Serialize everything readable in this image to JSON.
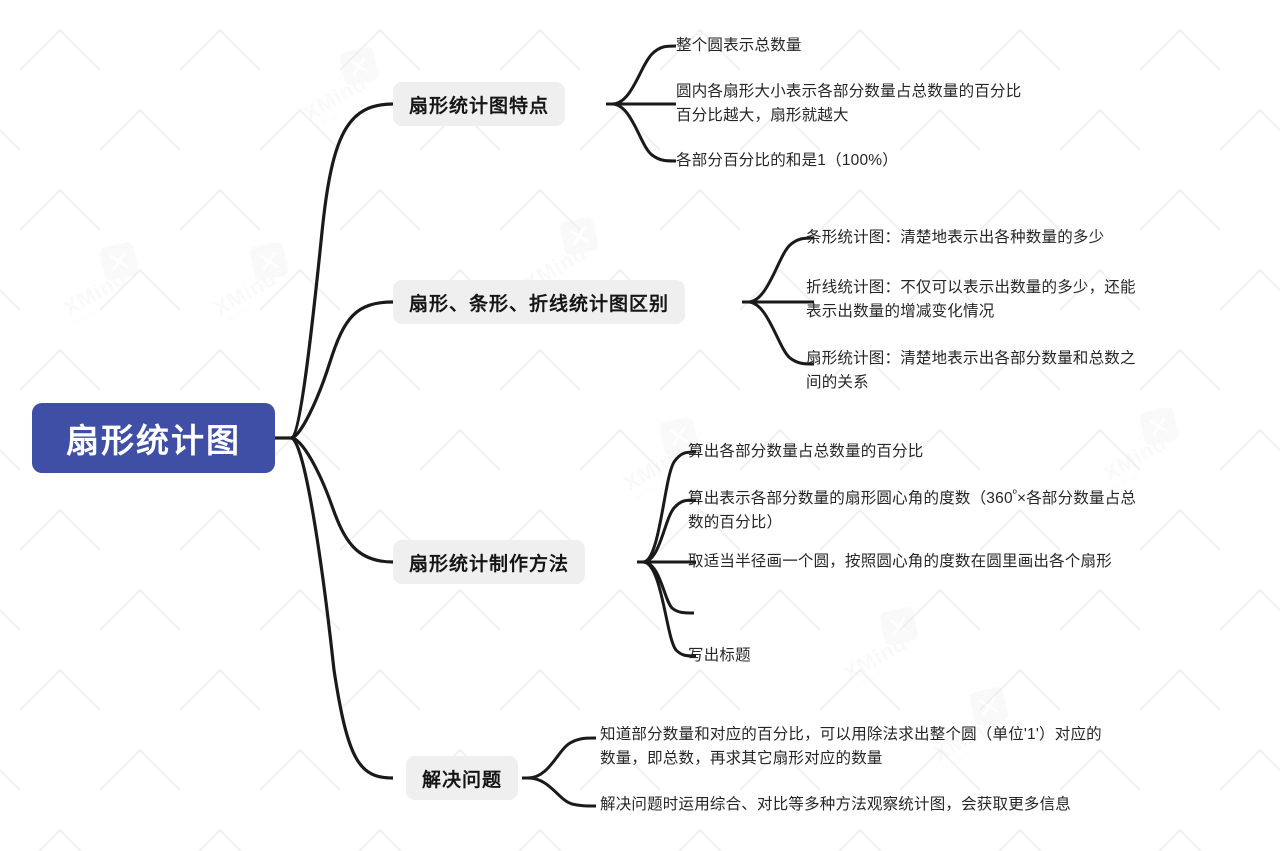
{
  "document": {
    "type": "mind-map",
    "watermark_text": "XMind",
    "watermark_subtext": "XMIND",
    "background_color": "#ffffff",
    "connector_color": "#1a1a1a"
  },
  "root": {
    "label": "扇形统计图",
    "background_color": "#3f4fa6",
    "text_color": "#ffffff"
  },
  "branches": [
    {
      "label": "扇形统计图特点",
      "background_color": "#efefef",
      "leaves": [
        {
          "text": "整个圆表示总数量"
        },
        {
          "text": "圆内各扇形大小表示各部分数量占总数量的百分比\n百分比越大，扇形就越大"
        },
        {
          "text": "各部分百分比的和是1（100%）"
        }
      ]
    },
    {
      "label": "扇形、条形、折线统计图区别",
      "background_color": "#efefef",
      "leaves": [
        {
          "text": "条形统计图：清楚地表示出各种数量的多少"
        },
        {
          "text": "折线统计图：不仅可以表示出数量的多少，还能\n表示出数量的增减变化情况"
        },
        {
          "text": "扇形统计图：清楚地表示出各部分数量和总数之\n间的关系"
        }
      ]
    },
    {
      "label": "扇形统计制作方法",
      "background_color": "#efefef",
      "leaves": [
        {
          "text": "算出各部分数量占总数量的百分比"
        },
        {
          "text_before_degree": "算出表示各部分数量的扇形圆心角的度数（360",
          "degree": "º",
          "text_after_degree": "×各部分数量占总\n数的百分比）"
        },
        {
          "text": "取适当半径画一个圆，按照圆心角的度数在圆里画出各个扇形"
        },
        {
          "text": ""
        },
        {
          "text": "写出标题"
        }
      ]
    },
    {
      "label": "解决问题",
      "background_color": "#efefef",
      "leaves": [
        {
          "text": "知道部分数量和对应的百分比，可以用除法求出整个圆（单位'1'）对应的\n数量，即总数，再求其它扇形对应的数量"
        },
        {
          "text": "解决问题时运用综合、对比等多种方法观察统计图，会获取更多信息"
        }
      ]
    }
  ]
}
